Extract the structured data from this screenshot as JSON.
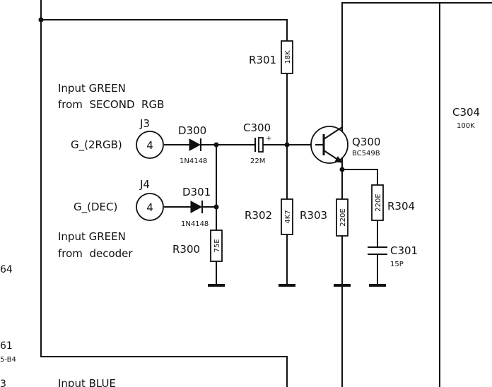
{
  "left_margin": {
    "label_a": "64",
    "label_b": "61",
    "label_c": "5-B4",
    "label_d": "3"
  },
  "inputs": {
    "green_second_line1": "Input GREEN",
    "green_second_line2": "from  SECOND  RGB",
    "green_decoder_line1": "Input GREEN",
    "green_decoder_line2": "from  decoder",
    "blue_line1": "Input BLUE"
  },
  "connectors": {
    "j3": {
      "ref": "J3",
      "pin": "4",
      "signal": "G_(2RGB)"
    },
    "j4": {
      "ref": "J4",
      "pin": "4",
      "signal": "G_(DEC)"
    }
  },
  "diodes": {
    "d300": {
      "ref": "D300",
      "value": "1N4148"
    },
    "d301": {
      "ref": "D301",
      "value": "1N4148"
    }
  },
  "capacitors": {
    "c300": {
      "ref": "C300",
      "value": "22M",
      "polarity": "+"
    },
    "c301": {
      "ref": "C301",
      "value": "15P"
    },
    "c304": {
      "ref": "C304",
      "value": "100K"
    }
  },
  "resistors": {
    "r300": {
      "ref": "R300",
      "value": "75E"
    },
    "r301": {
      "ref": "R301",
      "value": "18K"
    },
    "r302": {
      "ref": "R302",
      "value": "4K7"
    },
    "r303": {
      "ref": "R303",
      "value": "220E"
    },
    "r304": {
      "ref": "R304",
      "value": "220E"
    }
  },
  "transistors": {
    "q300": {
      "ref": "Q300",
      "value": "BC549B"
    }
  }
}
